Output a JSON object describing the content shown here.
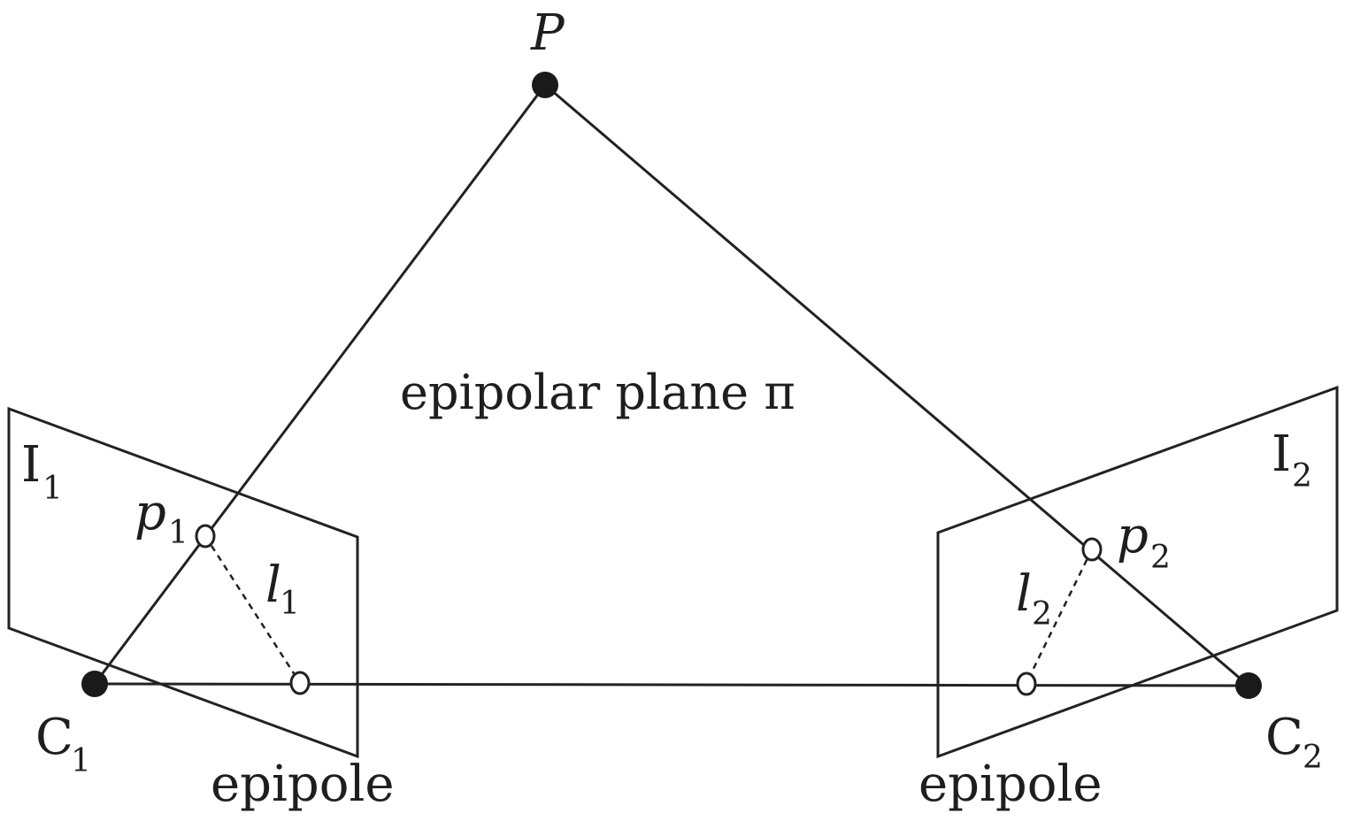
{
  "colors": {
    "stroke": "#222222",
    "filled_point": "#1a1a1a",
    "hollow_point": "#ffffff",
    "text": "#1e1e1e"
  },
  "labels": {
    "point_P": "P",
    "plane": "epipolar plane π",
    "image1_main": "I",
    "image1_sub": "1",
    "image2_main": "I",
    "image2_sub": "2",
    "p1_main": "p",
    "p1_sub": "1",
    "p2_main": "p",
    "p2_sub": "2",
    "l1_main": "l",
    "l1_sub": "1",
    "l2_main": "l",
    "l2_sub": "2",
    "c1_main": "C",
    "c1_sub": "1",
    "c2_main": "C",
    "c2_sub": "2",
    "epipole_left": "epipole",
    "epipole_right": "epipole"
  }
}
